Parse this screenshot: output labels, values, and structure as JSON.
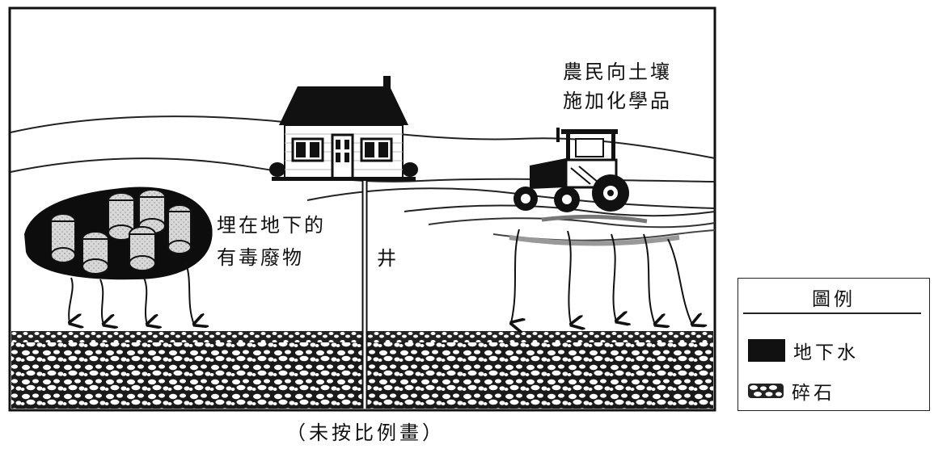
{
  "labels": {
    "farmer_line1": "農民向土壤",
    "farmer_line2": "施加化學品",
    "waste_line1": "埋在地下的",
    "waste_line2": "有毒廢物",
    "well": "井"
  },
  "legend": {
    "title": "圖例",
    "items": [
      {
        "label": "地下水",
        "icon": "black-square"
      },
      {
        "label": "碎石",
        "icon": "gravel-pattern"
      }
    ]
  },
  "footnote": "（未按比例畫）"
}
